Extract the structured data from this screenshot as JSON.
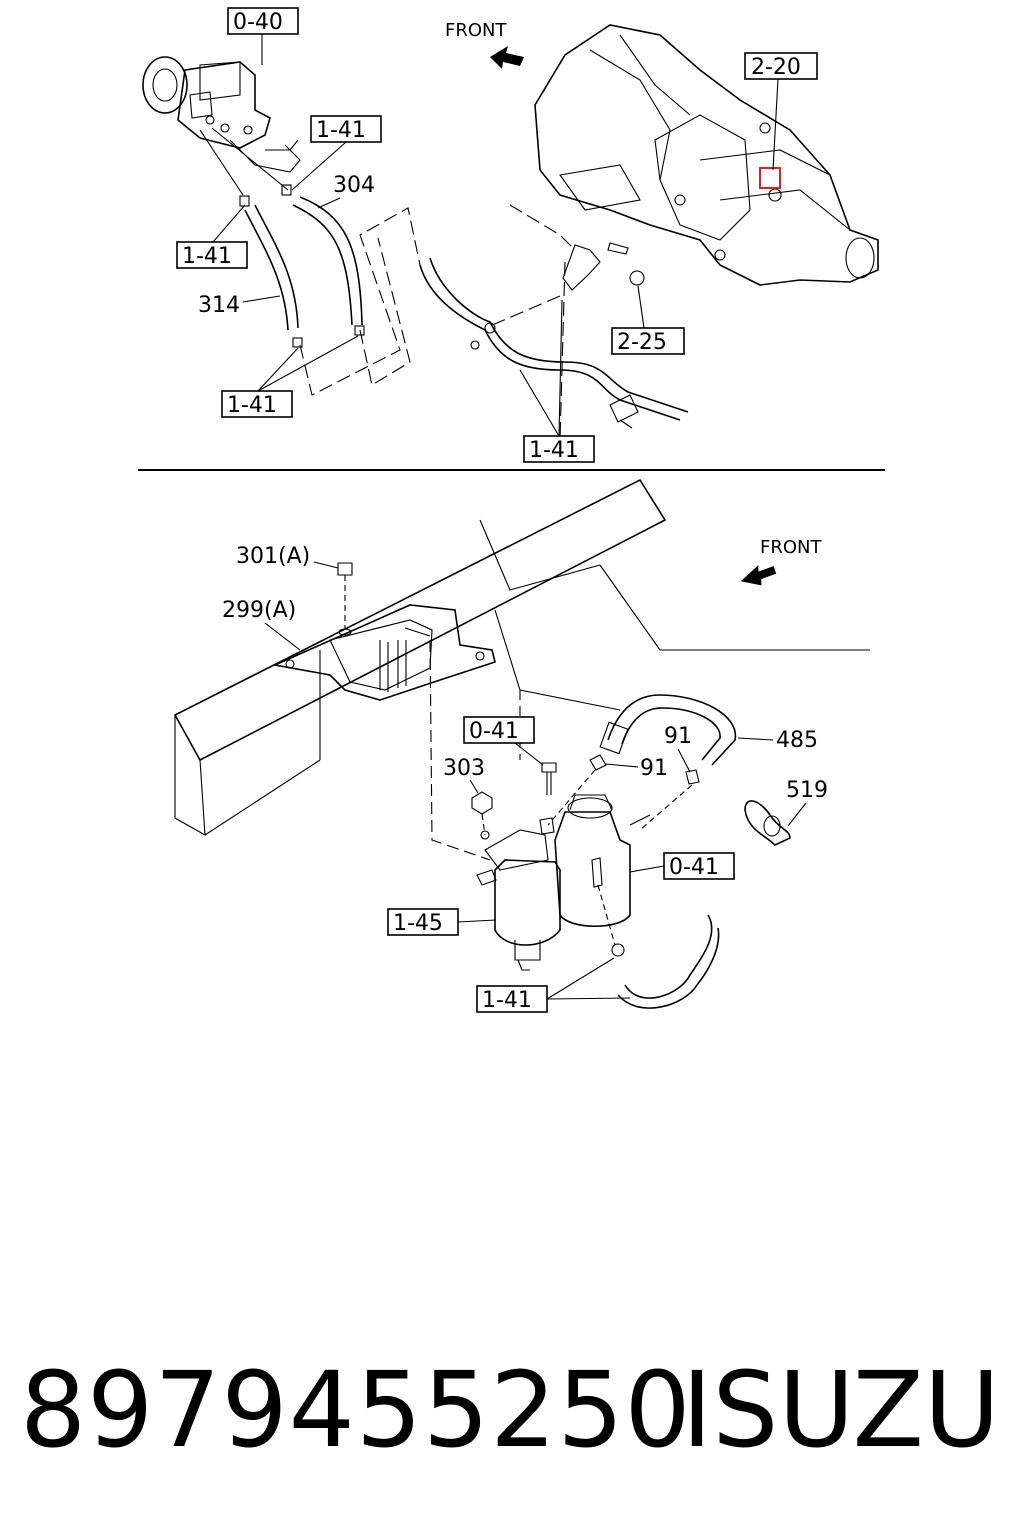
{
  "upper": {
    "front_label": "FRONT",
    "callouts": {
      "c040": "0-40",
      "c220": "2-20",
      "c141_a": "1-41",
      "c141_b": "1-41",
      "c141_c": "1-41",
      "c141_d": "1-41",
      "c225": "2-25"
    },
    "parts": {
      "p304": "304",
      "p314": "314"
    }
  },
  "lower": {
    "front_label": "FRONT",
    "callouts": {
      "c041_a": "0-41",
      "c041_b": "0-41",
      "c145": "1-45",
      "c141": "1-41"
    },
    "parts": {
      "p301": "301(A)",
      "p299": "299(A)",
      "p303": "303",
      "p91_a": "91",
      "p91_b": "91",
      "p485": "485",
      "p519": "519"
    }
  },
  "footer": {
    "part_number": "8979455250",
    "brand": "ISUZU"
  },
  "colors": {
    "ink": "#000000",
    "highlight": "#e02020"
  }
}
